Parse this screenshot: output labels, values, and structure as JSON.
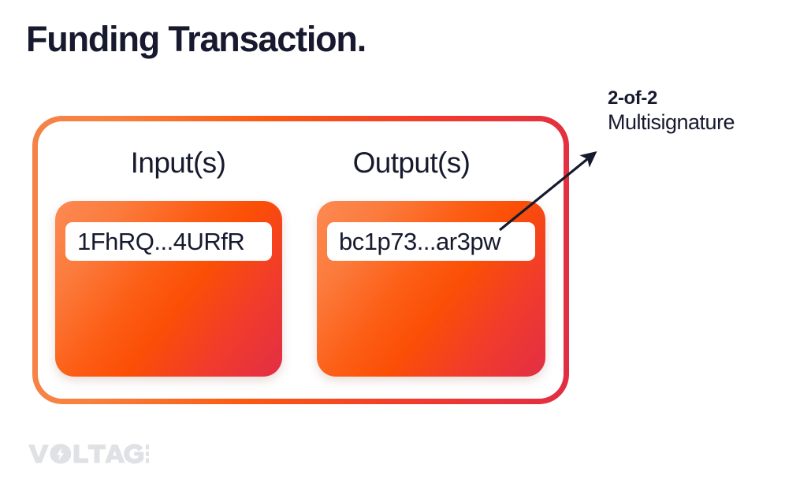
{
  "page": {
    "title": "Funding Transaction.",
    "background_color": "#FFFFFF",
    "text_color": "#171A2E"
  },
  "diagram": {
    "container_name": "funding-transaction",
    "border_gradient": {
      "from": "#F4834A",
      "mid": "#FB5A12",
      "to": "#E12E43"
    },
    "box_gradient": {
      "from": "#FC8A54",
      "mid": "#FB4F06",
      "to": "#E22E45"
    },
    "columns": [
      {
        "key": "inputs",
        "label": "Input(s)",
        "address": "1FhRQ...4URfR"
      },
      {
        "key": "outputs",
        "label": "Output(s)",
        "address": "bc1p73...ar3pw"
      }
    ],
    "annotation": {
      "title": "2-of-2",
      "subtitle": "Multisignature",
      "arrow_icon": "arrow-up-right-icon",
      "arrow_color": "#171A2E",
      "points_to": "outputs"
    }
  },
  "brand": {
    "name": "VOLTAGE",
    "logo_icon": "voltage-lightning-logo",
    "color": "#DFE1E4"
  }
}
